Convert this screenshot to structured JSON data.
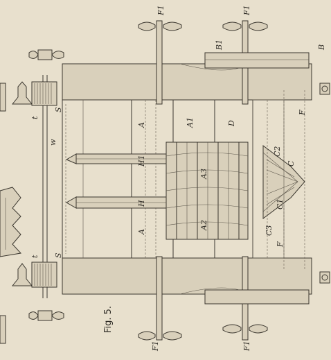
{
  "figure": {
    "caption": "Fig. 5.",
    "labels": {
      "A": "A",
      "A1": "A1",
      "A2": "A2",
      "A3": "A3",
      "H": "H",
      "H1": "H1",
      "D": "D",
      "C": "C",
      "C1": "C1",
      "C2": "C2",
      "C3": "C3",
      "F": "F",
      "F_top": "F",
      "F1_a": "F1",
      "F1_b": "F1",
      "F1_c": "F1",
      "F1_d": "F1",
      "B": "B",
      "B1": "B1",
      "S_top": "S",
      "S_bottom": "S",
      "t_top": "t",
      "t_bottom": "t",
      "w": "w"
    }
  }
}
